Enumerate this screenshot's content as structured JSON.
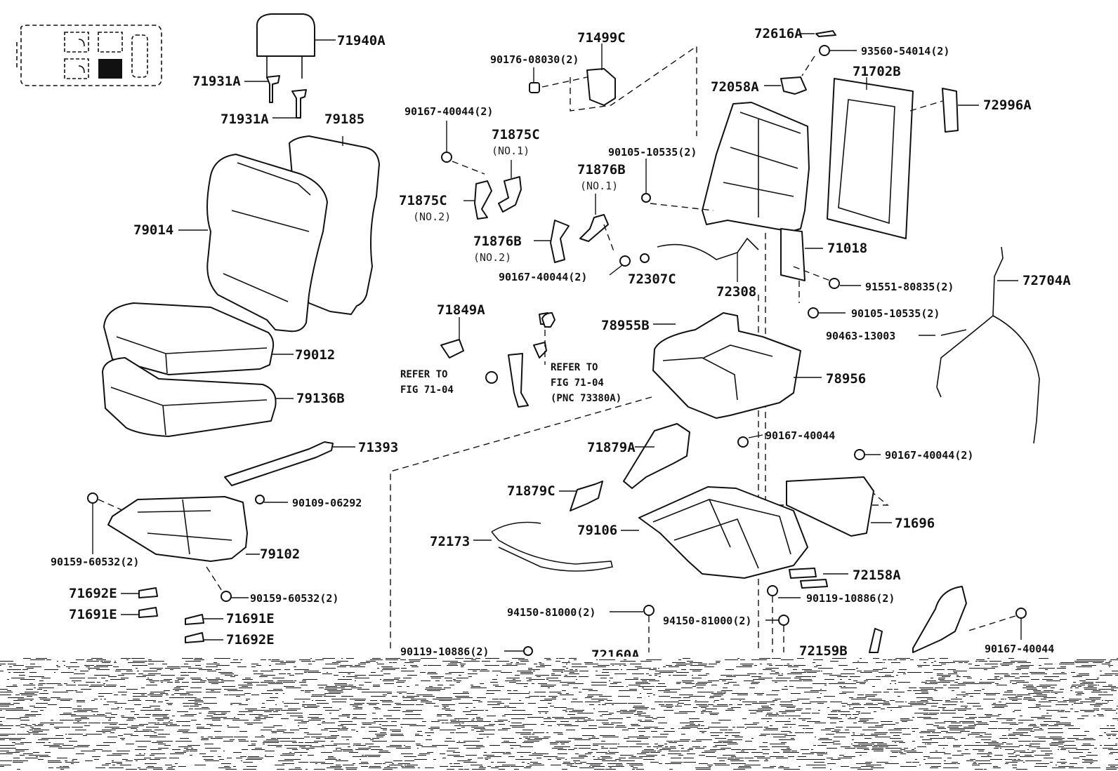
{
  "parts": {
    "p71940A": "71940A",
    "p71931A_1": "71931A",
    "p71931A_2": "71931A",
    "p79185": "79185",
    "p79014": "79014",
    "p79012": "79012",
    "p79136B": "79136B",
    "p71393": "71393",
    "p90109_06292": "90109-06292",
    "p90159_60532_a": "90159-60532(2)",
    "p79102": "79102",
    "p90159_60532_b": "90159-60532(2)",
    "p71692E_1": "71692E",
    "p71691E_1": "71691E",
    "p71691E_2": "71691E",
    "p71692E_2": "71692E",
    "p71499C": "71499C",
    "p90176_08030": "90176-08030(2)",
    "p90167_40044_a": "90167-40044(2)",
    "p71875C_1": "71875C",
    "p71875C_1_note": "(NO.1)",
    "p71875C_2": "71875C",
    "p71875C_2_note": "(NO.2)",
    "p71876B_1": "71876B",
    "p71876B_1_note": "(NO.1)",
    "p71876B_2": "71876B",
    "p71876B_2_note": "(NO.2)",
    "p90167_40044_b": "90167-40044(2)",
    "p90105_10535_a": "90105-10535(2)",
    "p72307C": "72307C",
    "p72308": "72308",
    "p72616A": "72616A",
    "p93560_54014": "93560-54014(2)",
    "p72058A": "72058A",
    "p71702B": "71702B",
    "p72996A": "72996A",
    "p71018": "71018",
    "p91551_80835": "91551-80835(2)",
    "p72704A": "72704A",
    "p90105_10535_b": "90105-10535(2)",
    "p90463_13003": "90463-13003",
    "p71849A": "71849A",
    "ref_left_1": "REFER TO",
    "ref_left_2": "FIG 71-04",
    "ref_right_1": "REFER TO",
    "ref_right_2": "FIG 71-04",
    "ref_right_3": "(PNC 73380A)",
    "p78955B": "78955B",
    "p78956": "78956",
    "p71879A": "71879A",
    "p90167_40044_c": "90167-40044",
    "p90167_40044_d": "90167-40044(2)",
    "p71879C": "71879C",
    "p71696": "71696",
    "p72173": "72173",
    "p79106": "79106",
    "p72158A": "72158A",
    "p90119_10886_a": "90119-10886(2)",
    "p94150_81000_a": "94150-81000(2)",
    "p94150_81000_b": "94150-81000(2)",
    "p90119_10886_b": "90119-10886(2)",
    "p72160A": "72160A",
    "p72159B": "72159B",
    "p90167_40044_e": "90167-40044"
  }
}
